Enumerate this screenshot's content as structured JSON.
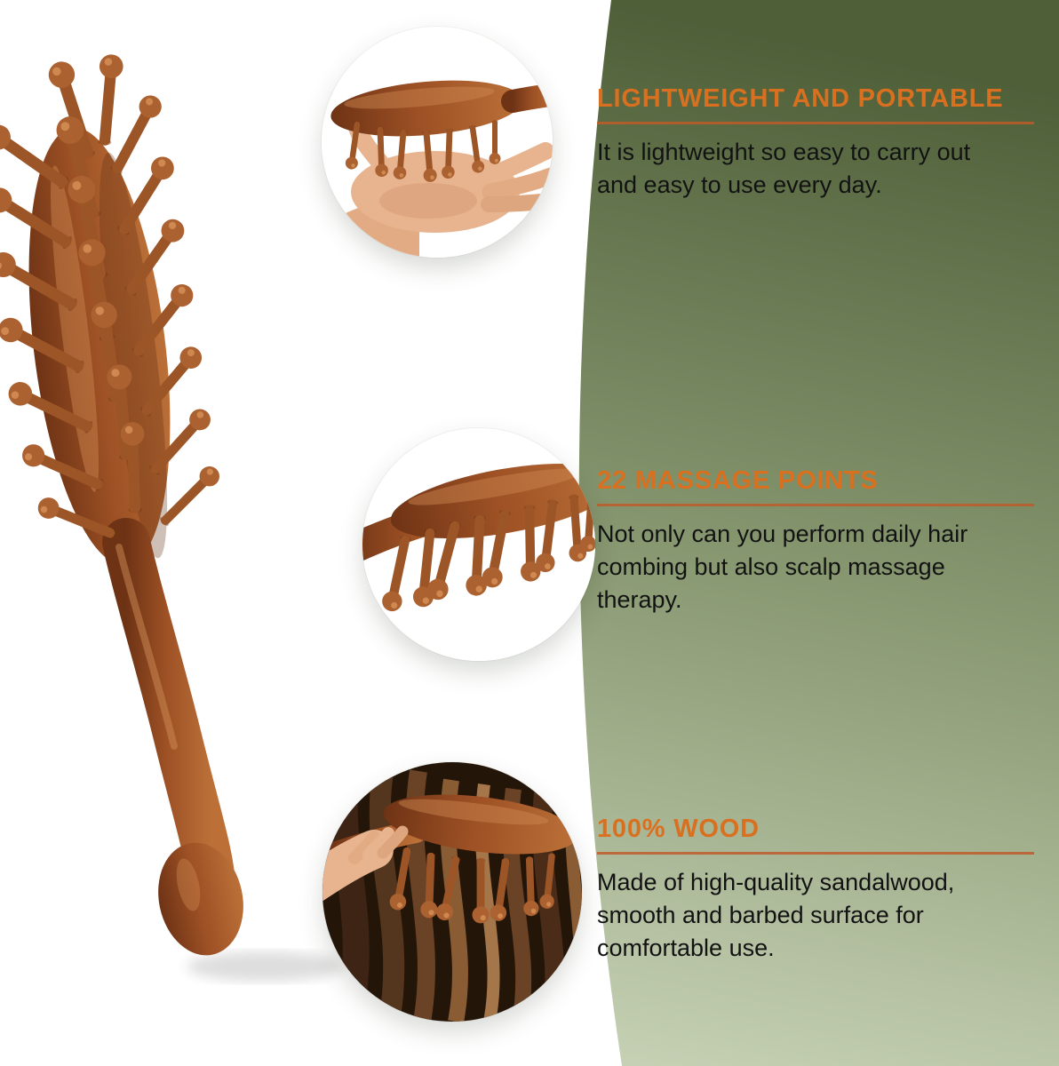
{
  "colors": {
    "accent_orange": "#d8701f",
    "rule_orange": "#c05a2a",
    "background_green_top": "#55663f",
    "background_green_bottom": "#ccd6bb",
    "wood_brown": "#9c5024",
    "body_text": "#121212",
    "white_panel": "#ffffff"
  },
  "callouts": [
    {
      "heading": "LIGHTWEIGHT AND PORTABLE",
      "lines": [
        "It is lightweight so easy to carry out",
        "and easy to use every day.",
        ""
      ]
    },
    {
      "heading": "22 MASSAGE POINTS",
      "lines": [
        "Not only can you perform daily hair",
        "combing but also scalp massage",
        "therapy."
      ]
    },
    {
      "heading": "100% WOOD",
      "lines": [
        "Made of high-quality sandalwood,",
        "smooth and barbed surface for",
        "comfortable use."
      ]
    }
  ]
}
